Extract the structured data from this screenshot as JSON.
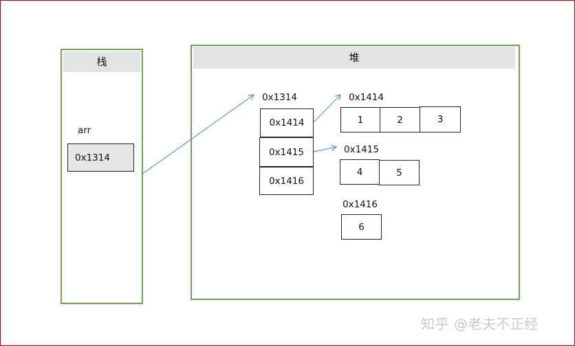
{
  "stack": {
    "title": "栈",
    "var_label": "arr",
    "var_value": "0x1314"
  },
  "heap": {
    "title": "堆",
    "outer": {
      "address": "0x1314",
      "cells": [
        "0x1414",
        "0x1415",
        "0x1416"
      ]
    },
    "rows": [
      {
        "address": "0x1414",
        "values": [
          "1",
          "2",
          "3"
        ]
      },
      {
        "address": "0x1415",
        "values": [
          "4",
          "5"
        ]
      },
      {
        "address": "0x1416",
        "values": [
          "6"
        ]
      }
    ]
  },
  "colors": {
    "panel_border": "#6aa84f",
    "frame": "#c00000",
    "arrow": "#5b9bd5",
    "title_bg": "#e3e3e3"
  },
  "watermark": "知乎 @老夫不正经"
}
